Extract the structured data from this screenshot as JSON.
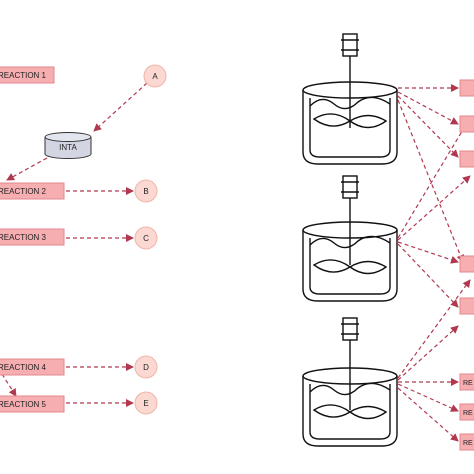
{
  "colors": {
    "box_fill": "#f6aeb0",
    "box_stroke": "#e28a8e",
    "circle_fill": "#fbd9d2",
    "circle_stroke": "#f0b4a8",
    "arrow": "#b0394f",
    "tank_stroke": "#111111",
    "inta_fill": "#d3d5e2"
  },
  "left": {
    "reaction_1": "REACTION 1",
    "reaction_2": "REACTION 2",
    "reaction_3": "REACTION 3",
    "reaction_4": "REACTION 4",
    "reaction_5": "REACTION 5",
    "inta": "INTA",
    "node_a": "A",
    "node_b": "B",
    "node_c": "C",
    "node_d": "D",
    "node_e": "E"
  },
  "right": {
    "re_label_1": "RE",
    "re_label_2": "RE",
    "re_label_3": "RE"
  }
}
